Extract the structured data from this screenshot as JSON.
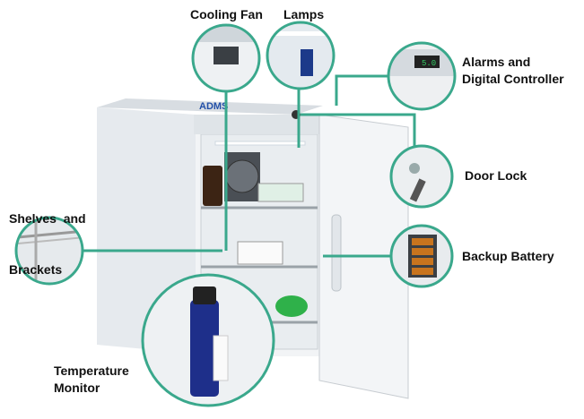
{
  "title": "Medical refrigerator features",
  "logo_text": "ADMS",
  "accent_color": "#3aa88c",
  "labels": {
    "cooling_fan": "Cooling Fan",
    "lamps": "Lamps",
    "alarms_line1": "Alarms and",
    "alarms_line2": "Digital Controller",
    "door_lock": "Door Lock",
    "backup_battery": "Backup Battery",
    "shelves_line1": "Shelves  and",
    "shelves_line2": "Brackets",
    "temp_line1": "Temperature",
    "temp_line2": "Monitor"
  }
}
